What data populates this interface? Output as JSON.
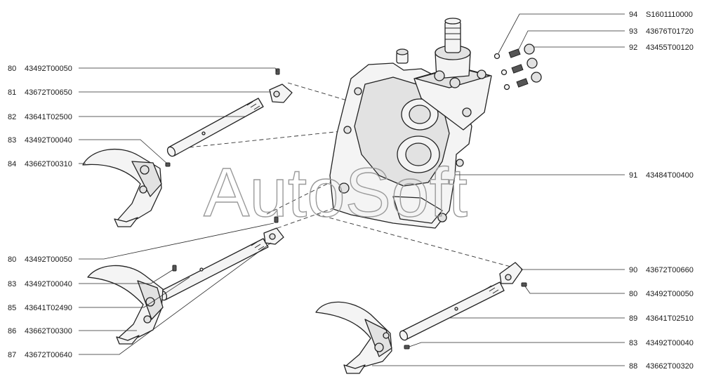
{
  "watermark": "AutoSoft",
  "callouts": [
    {
      "num": "80",
      "code": "43492T00050"
    },
    {
      "num": "81",
      "code": "43672T00650"
    },
    {
      "num": "82",
      "code": "43641T02500"
    },
    {
      "num": "83",
      "code": "43492T00040"
    },
    {
      "num": "84",
      "code": "43662T00310"
    },
    {
      "num": "80",
      "code": "43492T00050"
    },
    {
      "num": "83",
      "code": "43492T00040"
    },
    {
      "num": "85",
      "code": "43641T02490"
    },
    {
      "num": "86",
      "code": "43662T00300"
    },
    {
      "num": "87",
      "code": "43672T00640"
    },
    {
      "num": "94",
      "code": "S1601110000"
    },
    {
      "num": "93",
      "code": "43676T01720"
    },
    {
      "num": "92",
      "code": "43455T00120"
    },
    {
      "num": "91",
      "code": "43484T00400"
    },
    {
      "num": "90",
      "code": "43672T00660"
    },
    {
      "num": "80",
      "code": "43492T00050"
    },
    {
      "num": "89",
      "code": "43641T02510"
    },
    {
      "num": "83",
      "code": "43492T00040"
    },
    {
      "num": "88",
      "code": "43662T00320"
    }
  ]
}
